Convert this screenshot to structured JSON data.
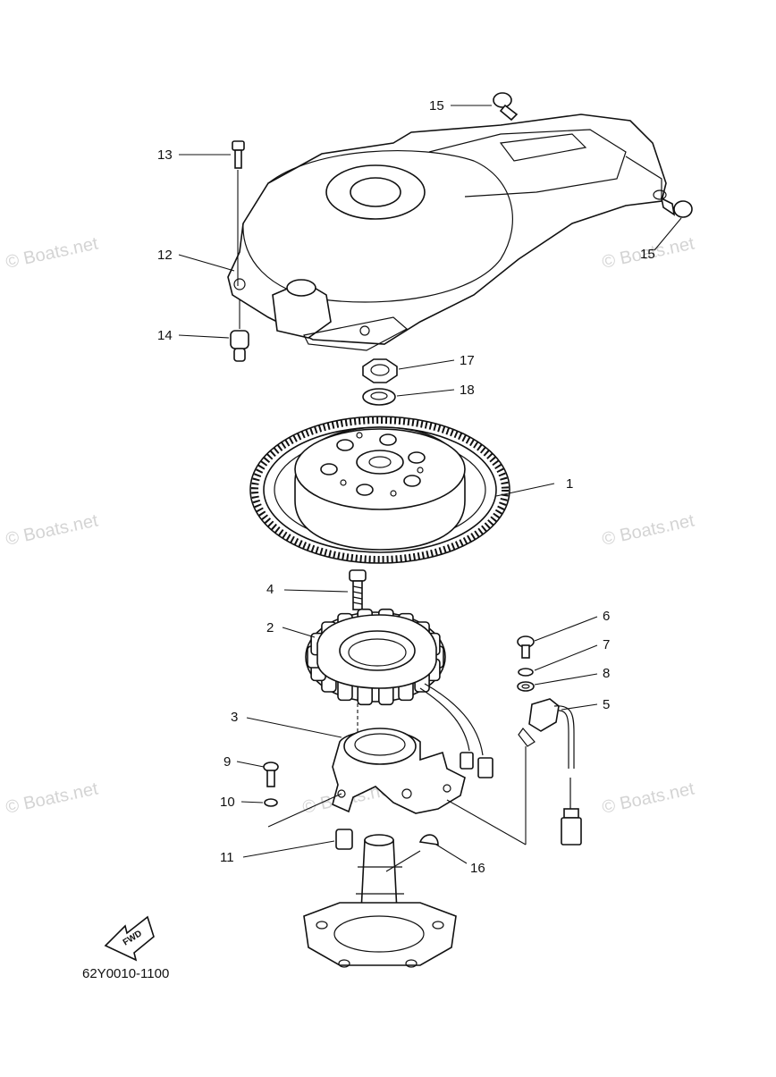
{
  "diagram": {
    "part_code": "62Y0010-1100",
    "fwd_label": "FWD",
    "watermark": "© Boats.net",
    "callouts": [
      {
        "id": "1",
        "label": "1"
      },
      {
        "id": "2",
        "label": "2"
      },
      {
        "id": "3",
        "label": "3"
      },
      {
        "id": "4",
        "label": "4"
      },
      {
        "id": "5",
        "label": "5"
      },
      {
        "id": "6",
        "label": "6"
      },
      {
        "id": "7",
        "label": "7"
      },
      {
        "id": "8",
        "label": "8"
      },
      {
        "id": "9",
        "label": "9"
      },
      {
        "id": "10",
        "label": "10"
      },
      {
        "id": "11",
        "label": "11"
      },
      {
        "id": "12",
        "label": "12"
      },
      {
        "id": "13",
        "label": "13"
      },
      {
        "id": "14",
        "label": "14"
      },
      {
        "id": "15a",
        "label": "15"
      },
      {
        "id": "15b",
        "label": "15"
      },
      {
        "id": "16",
        "label": "16"
      },
      {
        "id": "17",
        "label": "17"
      },
      {
        "id": "18",
        "label": "18"
      }
    ]
  }
}
